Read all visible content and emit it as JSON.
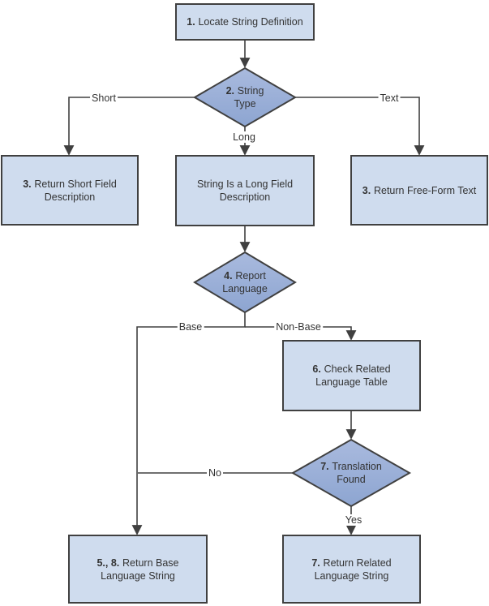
{
  "diagram": {
    "colors": {
      "background": "#ffffff",
      "box_fill": "#cfdcee",
      "diamond_fill_top": "#a9bade",
      "diamond_fill_bottom": "#8da5d1",
      "line": "#404040",
      "text": "#333333"
    },
    "nodes": {
      "locate": {
        "num": "1.",
        "line1": "Locate String Definition",
        "line2": ""
      },
      "string_type": {
        "num": "2.",
        "line1": "String",
        "line2": "Type"
      },
      "return_short": {
        "num": "3.",
        "line1": "Return Short Field",
        "line2": "Description"
      },
      "long_field": {
        "num": "",
        "line1": "String Is a Long Field",
        "line2": "Description"
      },
      "return_text": {
        "num": "3.",
        "line1": "Return Free-Form Text",
        "line2": ""
      },
      "report_language": {
        "num": "4.",
        "line1": "Report",
        "line2": "Language"
      },
      "check_related": {
        "num": "6.",
        "line1": "Check Related",
        "line2": "Language Table"
      },
      "translation_found": {
        "num": "7.",
        "line1": "Translation",
        "line2": "Found"
      },
      "return_base": {
        "num": "5., 8.",
        "line1": "Return Base",
        "line2": "Language String"
      },
      "return_related": {
        "num": "7.",
        "line1": "Return Related",
        "line2": "Language String"
      }
    },
    "edge_labels": {
      "short": "Short",
      "long": "Long",
      "text": "Text",
      "base": "Base",
      "non_base": "Non-Base",
      "no": "No",
      "yes": "Yes"
    }
  }
}
